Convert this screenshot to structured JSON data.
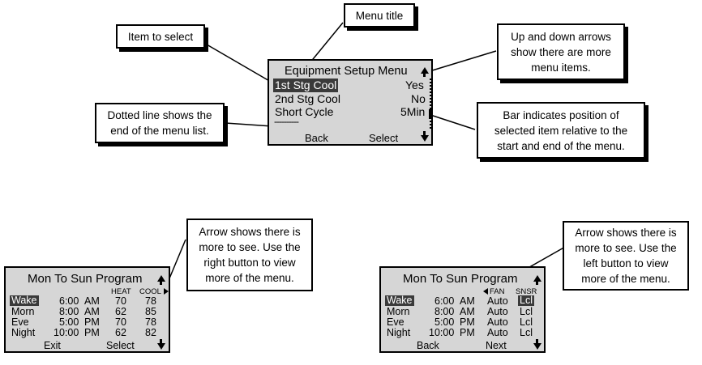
{
  "callouts": {
    "item_to_select": "Item to select",
    "menu_title": "Menu title",
    "more_items": [
      "Up and down arrows",
      "show there are more",
      "menu items."
    ],
    "dotted_line": [
      "Dotted line shows the",
      "end of the menu list."
    ],
    "bar_indicates": [
      "Bar indicates position of",
      "selected item relative to the",
      "start and end of the menu."
    ],
    "arrow_right": [
      "Arrow shows there is",
      "more to see. Use the",
      "right button to view",
      "more of the menu."
    ],
    "arrow_left": [
      "Arrow shows there is",
      "more to see. Use the",
      "left button to view",
      "more of the menu."
    ]
  },
  "equipment_screen": {
    "title": "Equipment Setup Menu",
    "rows": [
      {
        "label": "1st Stg Cool",
        "value": "Yes"
      },
      {
        "label": "2nd Stg Cool",
        "value": "No"
      },
      {
        "label": "Short Cycle",
        "value": "5Min"
      }
    ],
    "end_marker": "----------",
    "left_button": "Back",
    "right_button": "Select"
  },
  "program_screen_1": {
    "title": "Mon To Sun Program",
    "col_headers": [
      "HEAT",
      "COOL"
    ],
    "rows": [
      {
        "period": "Wake",
        "time": "6:00",
        "ampm": "AM",
        "c1": "70",
        "c2": "78"
      },
      {
        "period": "Morn",
        "time": "8:00",
        "ampm": "AM",
        "c1": "62",
        "c2": "85"
      },
      {
        "period": "Eve",
        "time": "5:00",
        "ampm": "PM",
        "c1": "70",
        "c2": "78"
      },
      {
        "period": "Night",
        "time": "10:00",
        "ampm": "PM",
        "c1": "62",
        "c2": "82"
      }
    ],
    "left_button": "Exit",
    "right_button": "Select"
  },
  "program_screen_2": {
    "title": "Mon To Sun Program",
    "col_headers": [
      "FAN",
      "SNSR"
    ],
    "rows": [
      {
        "period": "Wake",
        "time": "6:00",
        "ampm": "AM",
        "c1": "Auto",
        "c2": "Lcl"
      },
      {
        "period": "Morn",
        "time": "8:00",
        "ampm": "AM",
        "c1": "Auto",
        "c2": "Lcl"
      },
      {
        "period": "Eve",
        "time": "5:00",
        "ampm": "PM",
        "c1": "Auto",
        "c2": "Lcl"
      },
      {
        "period": "Night",
        "time": "10:00",
        "ampm": "PM",
        "c1": "Auto",
        "c2": "Lcl"
      }
    ],
    "left_button": "Back",
    "right_button": "Next"
  }
}
